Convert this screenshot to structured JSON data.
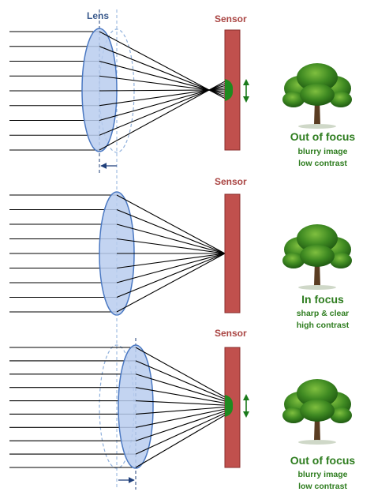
{
  "diagram": {
    "lens_label": "Lens",
    "panels": [
      {
        "sensor_label": "",
        "title": "Out of focus",
        "line1": "blurry image",
        "line2": "low contrast"
      },
      {
        "sensor_label": "Sensor",
        "title": "In focus",
        "line1": "sharp & clear",
        "line2": "high contrast"
      },
      {
        "sensor_label": "Sensor",
        "title": "Out of focus",
        "line1": "blurry image",
        "line2": "low contrast"
      }
    ],
    "top_sensor_label": "Sensor",
    "colors": {
      "ray": "#000000",
      "lens_fill": "#b8cdee",
      "lens_stroke": "#4a78c2",
      "lens_ghost": "#8fb0dc",
      "sensor_fill": "#c0504d",
      "sensor_stroke": "#8a2e2c",
      "blur_spot": "#1f8a1f",
      "arrow_green": "#1a7a1a",
      "dashed_blue": "#1f3f7a",
      "text_green": "#2e7d1f"
    },
    "icons": {
      "tree": "tree-icon",
      "focus_arrow": "double-arrow-icon",
      "shift_arrow": "shift-arrow-icon"
    }
  }
}
